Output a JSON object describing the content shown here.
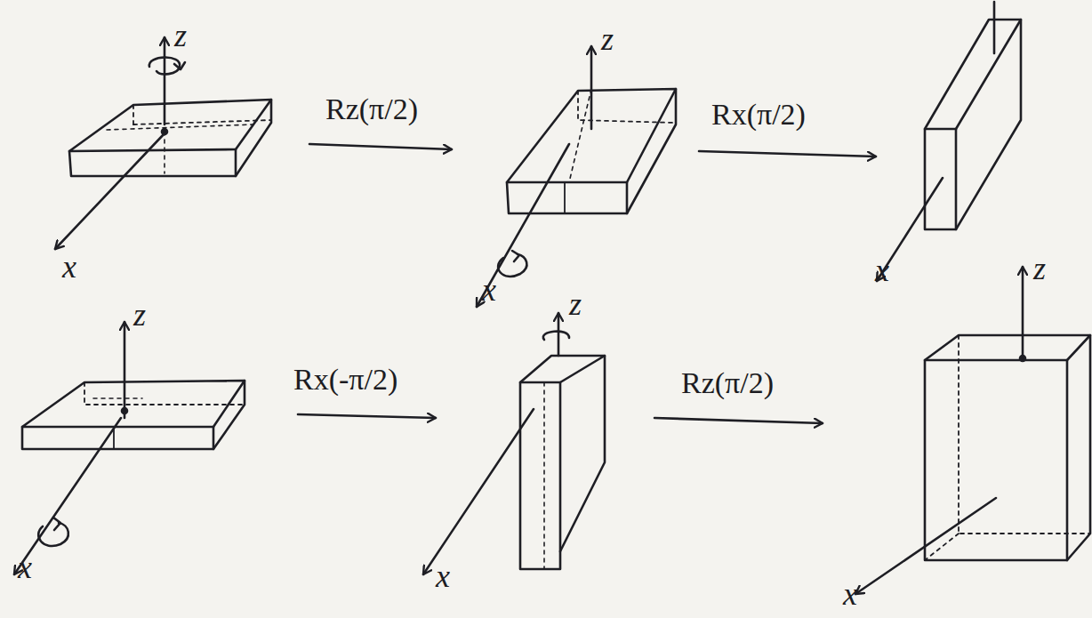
{
  "diagram": {
    "labels": [
      "z",
      "x",
      "Rz(π/2)",
      "z",
      "x",
      "Rx(π/2)",
      "x",
      "z",
      "x",
      "Rx(-π/2)",
      "z",
      "x",
      "Rz(π/2)",
      "z",
      "x"
    ]
  }
}
